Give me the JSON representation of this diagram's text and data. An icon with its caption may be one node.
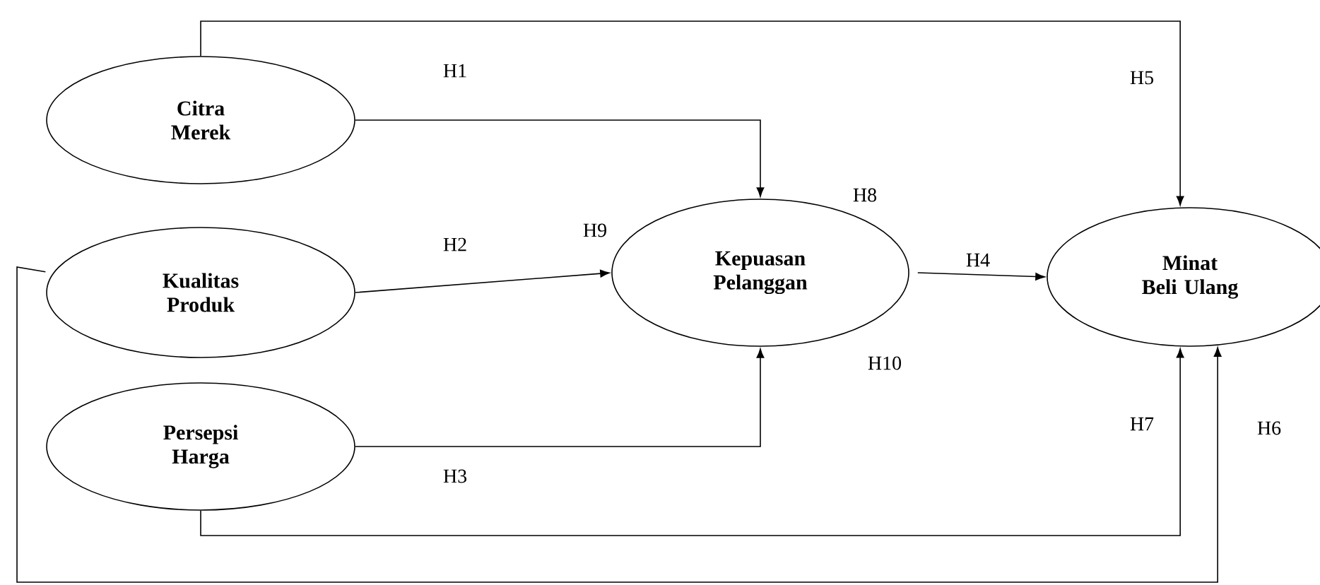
{
  "diagram": {
    "nodes": [
      {
        "text": [
          "Citra Merek"
        ]
      },
      {
        "text": [
          "Kualitas Produk"
        ]
      },
      {
        "text": [
          "Persepsi Harga"
        ]
      },
      {
        "text": [
          "Kepuasan Pelanggan"
        ]
      },
      {
        "text": [
          "Minat Beli Ulang"
        ]
      }
    ],
    "edges": [
      {
        "from": 0,
        "to": 3,
        "arrow": "to",
        "label": "H1"
      },
      {
        "from": 1,
        "to": 3,
        "arrow": "to",
        "label": "H2"
      },
      {
        "from": 2,
        "to": 3,
        "arrow": "to",
        "label": "H3"
      },
      {
        "from": 3,
        "to": 4,
        "arrow": "to",
        "label": "H4"
      },
      {
        "from": 0,
        "to": 4,
        "arrow": "to",
        "label": "H5"
      },
      {
        "from": 1,
        "to": 4,
        "arrow": "to",
        "label": "H6"
      },
      {
        "from": 2,
        "to": 4,
        "arrow": "to",
        "label": "H7"
      }
    ],
    "labels": [
      "H9",
      "H8",
      "H10"
    ]
  }
}
